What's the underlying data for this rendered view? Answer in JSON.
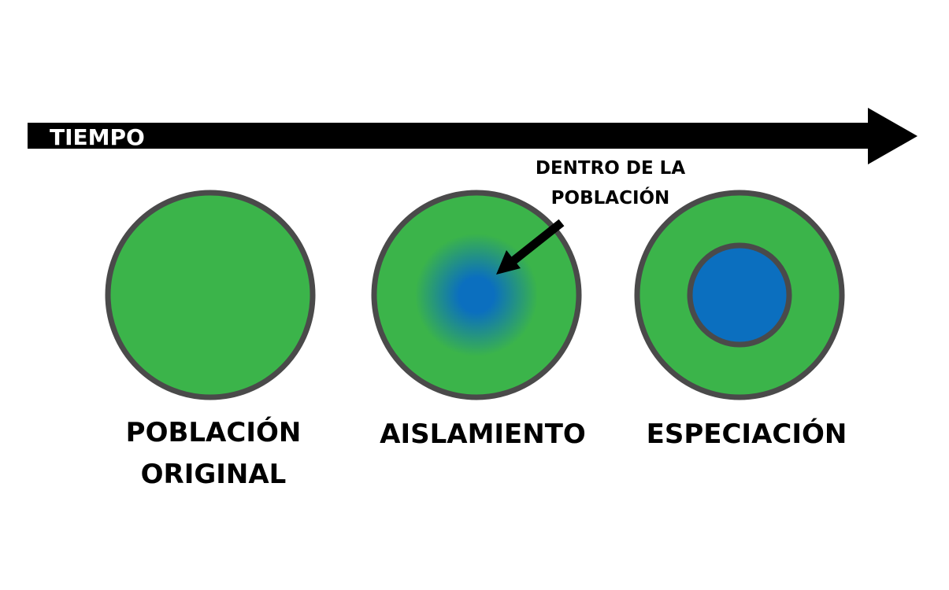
{
  "timeline": {
    "label": "TIEMPO"
  },
  "annotation": {
    "line1": "DENTRO DE LA",
    "line2": "POBLACIÓN"
  },
  "stages": [
    {
      "label_line1": "POBLACIÓN",
      "label_line2": "ORIGINAL"
    },
    {
      "label_line1": "AISLAMIENTO"
    },
    {
      "label_line1": "ESPECIACIÓN"
    }
  ],
  "colors": {
    "population": "#3bb44a",
    "isolated": "#0b6fbf",
    "border": "#4a4a4a",
    "arrow": "#000000"
  }
}
